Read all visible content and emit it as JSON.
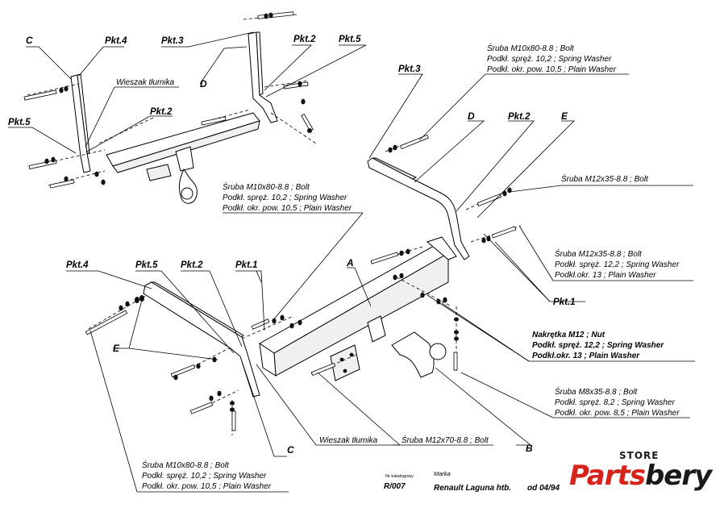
{
  "labels": {
    "c_top": "C",
    "pkt4_top": "Pkt.4",
    "pkt3_top": "Pkt.3",
    "pkt2_top": "Pkt.2",
    "pkt5_top": "Pkt.5",
    "wieszak_top": "Wieszak tłumika",
    "d_top": "D",
    "pkt2_top_mid": "Pkt.2",
    "pkt5_left": "Pkt.5",
    "pkt3_right": "Pkt.3",
    "d_right": "D",
    "pkt2_right": "Pkt.2",
    "e_right": "E",
    "pkt4_bottom": "Pkt.4",
    "pkt5_bottom": "Pkt.5",
    "pkt2_bottom": "Pkt.2",
    "pkt1_bottom": "Pkt.1",
    "a_label": "A",
    "pkt1_right": "Pkt.1",
    "e_left": "E",
    "c_bottom": "C",
    "b_label": "B",
    "wieszak_bottom": "Wieszak tłumika"
  },
  "callouts": {
    "top_right_bolt": [
      "Śruba M10x80-8.8 ;  Bolt",
      "Podkł. spręż. 10,2 ; Spring Washer",
      "Podkł. okr. pow. 10,5 ; Plain Washer"
    ],
    "right_m12_single": "Śruba M12x35-8.8 ;  Bolt",
    "right_m12_group": [
      "Śruba M12x35-8.8 ;  Bolt",
      "Podkł. spręż. 12,2 ; Spring Washer",
      "Podkł.okr. 13 ; Plain Washer"
    ],
    "center_bolt": [
      "Śruba M10x80-8.8 ;  Bolt",
      "Podkł. spręż. 10,2 ; Spring Washer",
      "Podkł. okr. pow. 10,5 ; Plain Washer"
    ],
    "nut_group": [
      "Nakrętka  M12 ; Nut",
      "Podkł. spręż. 12,2 ; Spring Washer",
      "Podkł.okr. 13 ; Plain Washer"
    ],
    "m8_group": [
      "Śruba M8x35-8.8 ;  Bolt",
      "Podkł. spręż. 8,2 ; Spring Washer",
      "Podkł. okr. pow. 8,5 ; Plain Washer"
    ],
    "bottom_left_bolt": [
      "Śruba M10x80-8.8 ;  Bolt",
      "Podkł. spręż. 10,2 ; Spring Washer",
      "Podkł. okr. pow. 10,5 ; Plain Washer"
    ],
    "m12x70": "Śruba M12x70-8.8 ;  Bolt"
  },
  "footer": {
    "nr_caption": "Nr katalogowy",
    "nr_value": "R/007",
    "marka_caption": "Marka",
    "marka_value": "Renault Laguna htb.",
    "date_value": "od 04/94"
  },
  "logo": {
    "store": "STORE",
    "brand_part1": "Parts",
    "brand_part2": "bery",
    "accent_color": "#d6231c"
  }
}
